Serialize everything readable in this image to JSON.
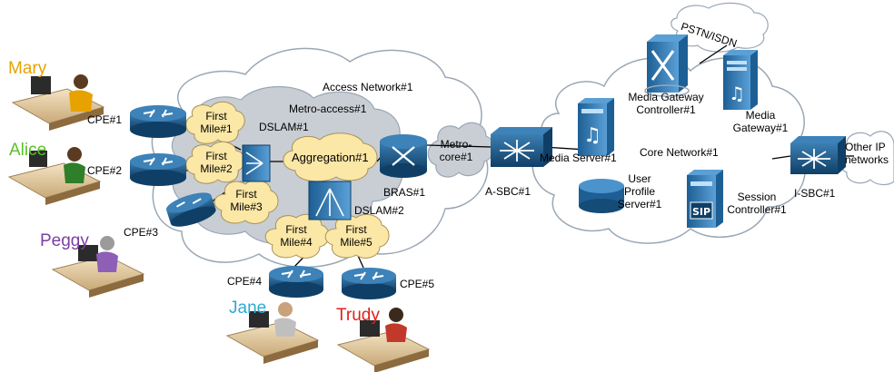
{
  "colors": {
    "cloud_fill": "#ffffff",
    "cloud_stroke": "#9aa7b5",
    "metro_fill": "#c9ced4",
    "firstmile_fill": "#fbe7a6",
    "firstmile_stroke": "#a8935a",
    "device_blue": "#1b5c8a",
    "server_blue": "#2f74b5",
    "mary": "#e8a200",
    "alice": "#5cbf2a",
    "peggy": "#7a3fa3",
    "jane": "#2fa9d6",
    "trudy": "#e0201a"
  },
  "users": {
    "mary": "Mary",
    "alice": "Alice",
    "peggy": "Peggy",
    "jane": "Jane",
    "trudy": "Trudy"
  },
  "cpe": {
    "cpe1": "CPE#1",
    "cpe2": "CPE#2",
    "cpe3": "CPE#3",
    "cpe4": "CPE#4",
    "cpe5": "CPE#5"
  },
  "first_mile": {
    "fm1": [
      "First",
      "Mile#1"
    ],
    "fm2": [
      "First",
      "Mile#2"
    ],
    "fm3": [
      "First",
      "Mile#3"
    ],
    "fm4": [
      "First",
      "Mile#4"
    ],
    "fm5": [
      "First",
      "Mile#5"
    ]
  },
  "networks": {
    "access": "Access Network#1",
    "metro_access": "Metro-access#1",
    "metro_core": [
      "Metro-",
      "core#1"
    ],
    "core": "Core Network#1",
    "pstn": "PSTN/ISDN",
    "other_ip": [
      "Other IP",
      "networks"
    ]
  },
  "nodes": {
    "dslam1": "DSLAM#1",
    "dslam2": "DSLAM#2",
    "aggregation": "Aggregation#1",
    "bras": "BRAS#1",
    "a_sbc": "A-SBC#1",
    "i_sbc": "I-SBC#1",
    "media_server": "Media Server#1",
    "user_profile": [
      "User",
      "Profile",
      "Server#1"
    ],
    "mgc": [
      "Media Gateway",
      "Controller#1"
    ],
    "media_gateway": [
      "Media",
      "Gateway#1"
    ],
    "session_controller": [
      "Session",
      "Controller#1"
    ],
    "sip_glyph": "SIP"
  }
}
